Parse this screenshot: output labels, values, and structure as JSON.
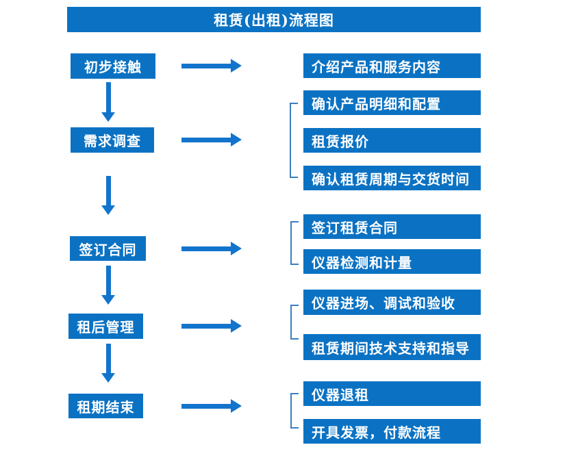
{
  "title": "租赁(出租)流程图",
  "colors": {
    "box": "#0b72c3",
    "arrow": "#1274cc",
    "bracket": "#3a7dbf",
    "text": "#ffffff"
  },
  "steps": [
    {
      "label": "初步接触",
      "details": [
        "介绍产品和服务内容"
      ]
    },
    {
      "label": "需求调查",
      "details": [
        "确认产品明细和配置",
        "租赁报价",
        "确认租赁周期与交货时间"
      ]
    },
    {
      "label": "签订合同",
      "details": [
        "签订租赁合同",
        "仪器检测和计量"
      ]
    },
    {
      "label": "租后管理",
      "details": [
        "仪器进场、调试和验收",
        "租赁期间技术支持和指导"
      ]
    },
    {
      "label": "租期结束",
      "details": [
        "仪器退租",
        "开具发票，付款流程"
      ]
    }
  ]
}
